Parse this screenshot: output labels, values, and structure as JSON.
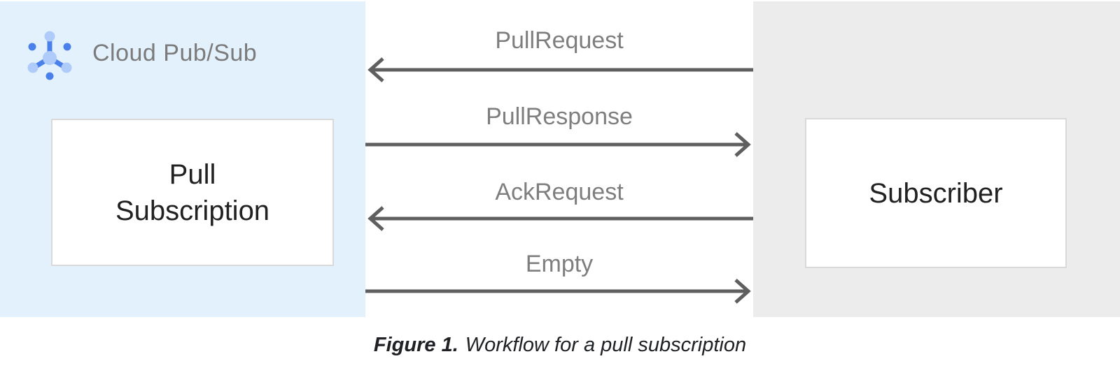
{
  "diagram": {
    "pubsub_panel": {
      "brand": "Cloud Pub/Sub",
      "box_label": "Pull\nSubscription"
    },
    "subscriber_panel": {
      "box_label": "Subscriber"
    },
    "messages": [
      {
        "label": "PullRequest",
        "direction": "left"
      },
      {
        "label": "PullResponse",
        "direction": "right"
      },
      {
        "label": "AckRequest",
        "direction": "left"
      },
      {
        "label": "Empty",
        "direction": "right"
      }
    ],
    "caption": {
      "prefix": "Figure 1.",
      "text": "Workflow for a pull subscription"
    },
    "colors": {
      "pubsub_panel_bg": "#e3f1fc",
      "subscriber_panel_bg": "#ececec",
      "arrow": "#5f5f5f",
      "message_label_text": "#7e7e7e",
      "brand_label_text": "#7b7b7b",
      "box_text": "#212121",
      "box_border": "#d9d9d9",
      "icon_light_blue": "#aecbfa",
      "icon_dark_blue": "#4a80ea"
    }
  }
}
